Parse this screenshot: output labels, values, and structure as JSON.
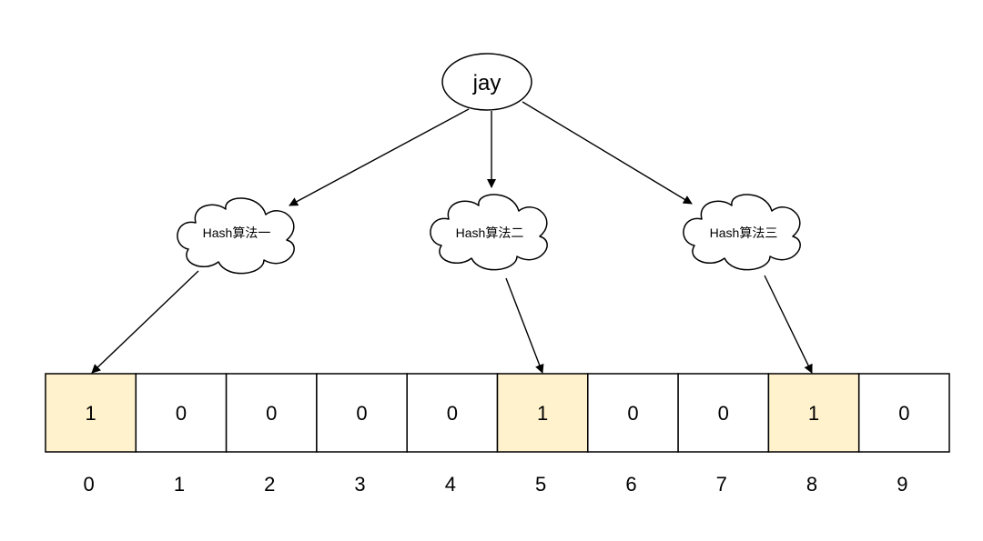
{
  "input": {
    "label": "jay"
  },
  "hash_functions": [
    {
      "label": "Hash算法一"
    },
    {
      "label": "Hash算法二"
    },
    {
      "label": "Hash算法三"
    }
  ],
  "bit_array": {
    "values": [
      "1",
      "0",
      "0",
      "0",
      "0",
      "1",
      "0",
      "0",
      "1",
      "0"
    ],
    "indices": [
      "0",
      "1",
      "2",
      "3",
      "4",
      "5",
      "6",
      "7",
      "8",
      "9"
    ],
    "set_color": "#fff2cc",
    "unset_color": "#ffffff"
  },
  "hash_targets": [
    0,
    5,
    8
  ]
}
